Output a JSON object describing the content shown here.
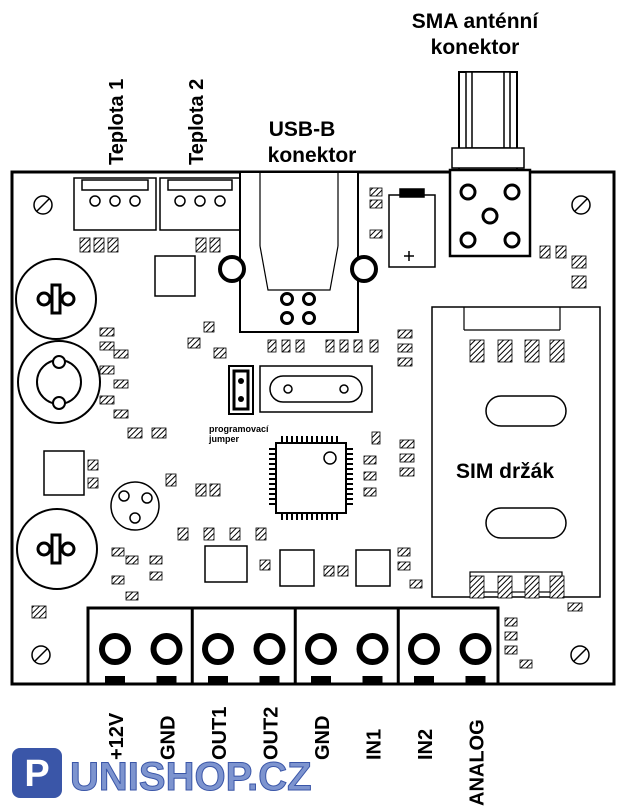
{
  "labels": {
    "sma_line1": "SMA anténní",
    "sma_line2": "konektor",
    "usb_line1": "USB-B",
    "usb_line2": "konektor",
    "teplota1": "Teplota 1",
    "teplota2": "Teplota 2",
    "jumper_line1": "programovací",
    "jumper_line2": "jumper",
    "sim": "SIM držák"
  },
  "terminals": [
    "+12V",
    "GND",
    "OUT1",
    "OUT2",
    "GND",
    "IN1",
    "IN2",
    "ANALOG"
  ],
  "logo": {
    "icon_letter": "P",
    "text": "UNISHOP.CZ"
  },
  "colors": {
    "ink": "#000000",
    "board": "#ffffff",
    "logo_blue": "#3a56a8",
    "logo_light": "#7d94cf"
  }
}
